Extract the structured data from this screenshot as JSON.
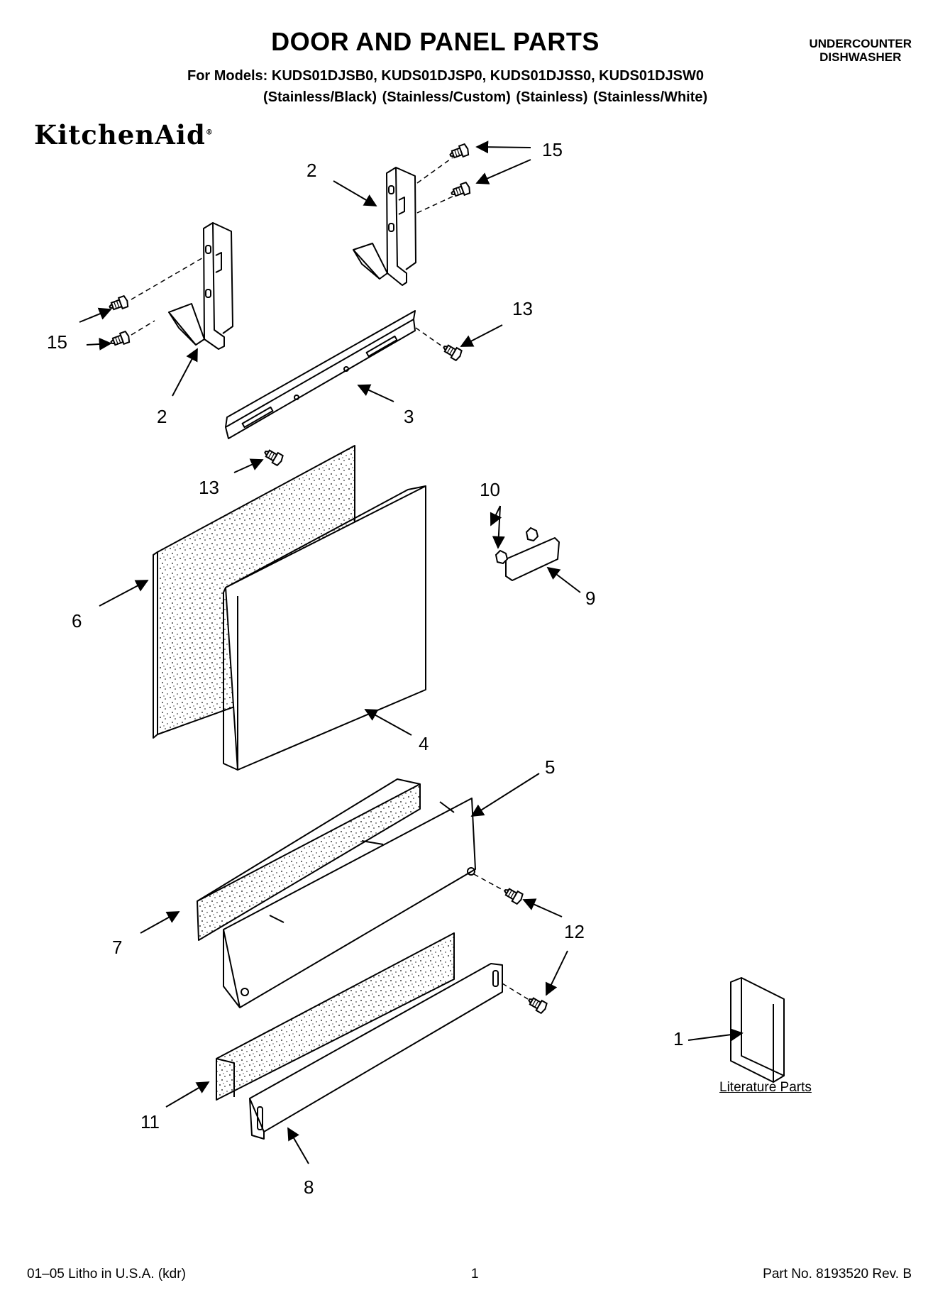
{
  "header": {
    "title": "DOOR AND PANEL PARTS",
    "category_line1": "UNDERCOUNTER",
    "category_line2": "DISHWASHER",
    "models": "For Models: KUDS01DJSB0, KUDS01DJSP0, KUDS01DJSS0, KUDS01DJSW0",
    "finishes": "(Stainless/Black) (Stainless/Custom) (Stainless)    (Stainless/White)",
    "brand": "KitchenAid",
    "brand_mark": "®"
  },
  "callouts": {
    "c1": "1",
    "c2a": "2",
    "c2b": "2",
    "c3": "3",
    "c4": "4",
    "c5": "5",
    "c6": "6",
    "c7": "7",
    "c8": "8",
    "c9": "9",
    "c10": "10",
    "c11": "11",
    "c12": "12",
    "c13a": "13",
    "c13b": "13",
    "c15a": "15",
    "c15b": "15"
  },
  "literature_label": "Literature Parts",
  "footer": {
    "left": "01–05 Litho in U.S.A. (kdr)",
    "page": "1",
    "part_no": "Part No. 8193520 Rev. B"
  }
}
